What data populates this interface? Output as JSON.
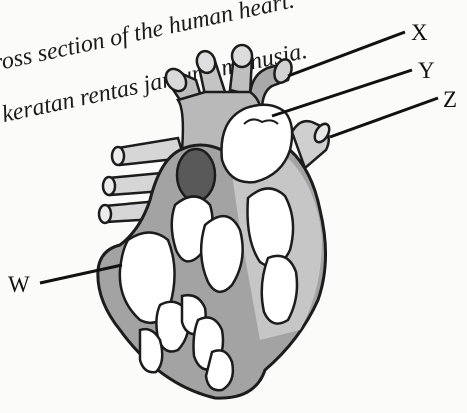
{
  "caption": {
    "line1": "ross section of the human heart.",
    "line2": "keratan rentas jantung manusia."
  },
  "labels": {
    "x": "X",
    "y": "Y",
    "z": "Z",
    "w": "W"
  },
  "colors": {
    "background": "#fbfbf9",
    "outline": "#1c1c1c",
    "wall": "#9a9a9a",
    "light_wall": "#c9c9c9",
    "dark_vessel": "#555555",
    "chamber": "#ffffff"
  }
}
